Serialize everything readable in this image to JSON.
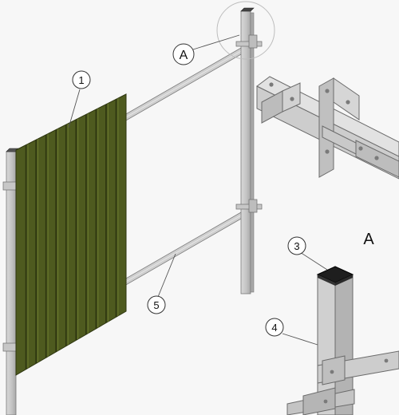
{
  "callouts": {
    "sheet": "1",
    "detail_a": "A",
    "cap": "3",
    "post": "4",
    "rail": "5"
  },
  "detail_title": "A",
  "colors": {
    "sheet": "#4e5a1f",
    "sheet_dark": "#2d3510",
    "metal": "#c8c8c8",
    "metal_edge": "#7a7a7a",
    "cap": "#1e1e1e",
    "background": "#f7f7f7"
  }
}
